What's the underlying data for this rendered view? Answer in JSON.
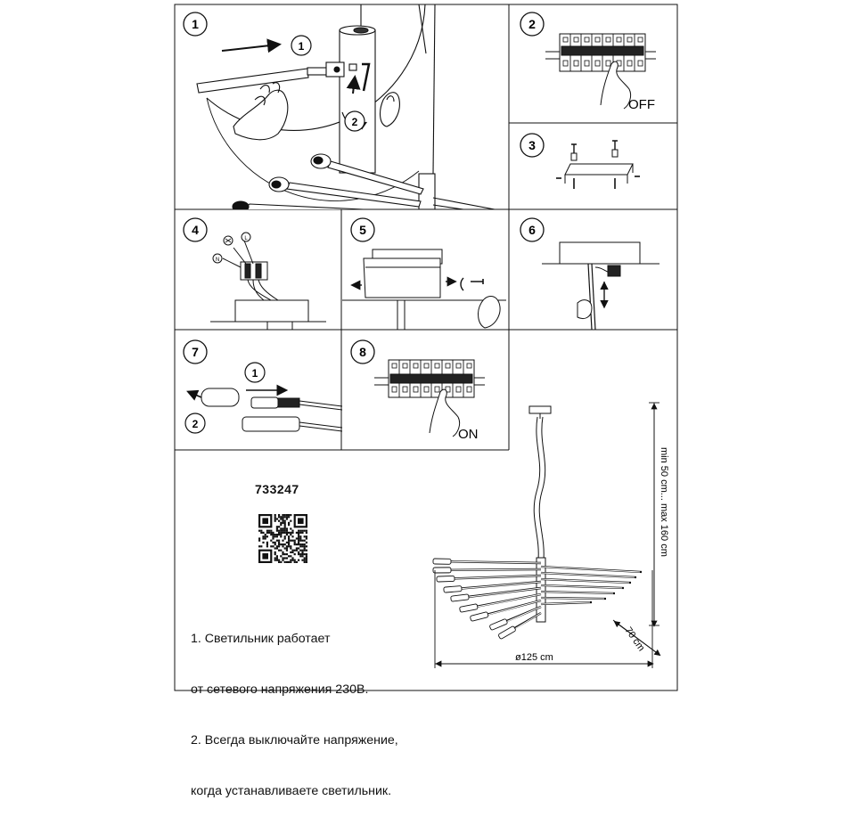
{
  "steps": [
    {
      "number": "1",
      "substeps": [
        "1",
        "2"
      ]
    },
    {
      "number": "2",
      "label": "OFF"
    },
    {
      "number": "3"
    },
    {
      "number": "4",
      "wire_labels": [
        "L",
        "N"
      ]
    },
    {
      "number": "5"
    },
    {
      "number": "6"
    },
    {
      "number": "7",
      "substeps": [
        "1",
        "2"
      ]
    },
    {
      "number": "8",
      "label": "ON"
    }
  ],
  "product_code": "733247",
  "notes": [
    "1. Светильник работает",
    "от сетевого напряжения 230В.",
    "2. Всегда выключайте напряжение,",
    "когда устанавливаете светильник."
  ],
  "dimensions": {
    "height": "min 50 cm... max 160 cm",
    "diameter": "ø125 cm",
    "depth": "70 cm"
  },
  "colors": {
    "line": "#111111",
    "background": "#ffffff"
  }
}
